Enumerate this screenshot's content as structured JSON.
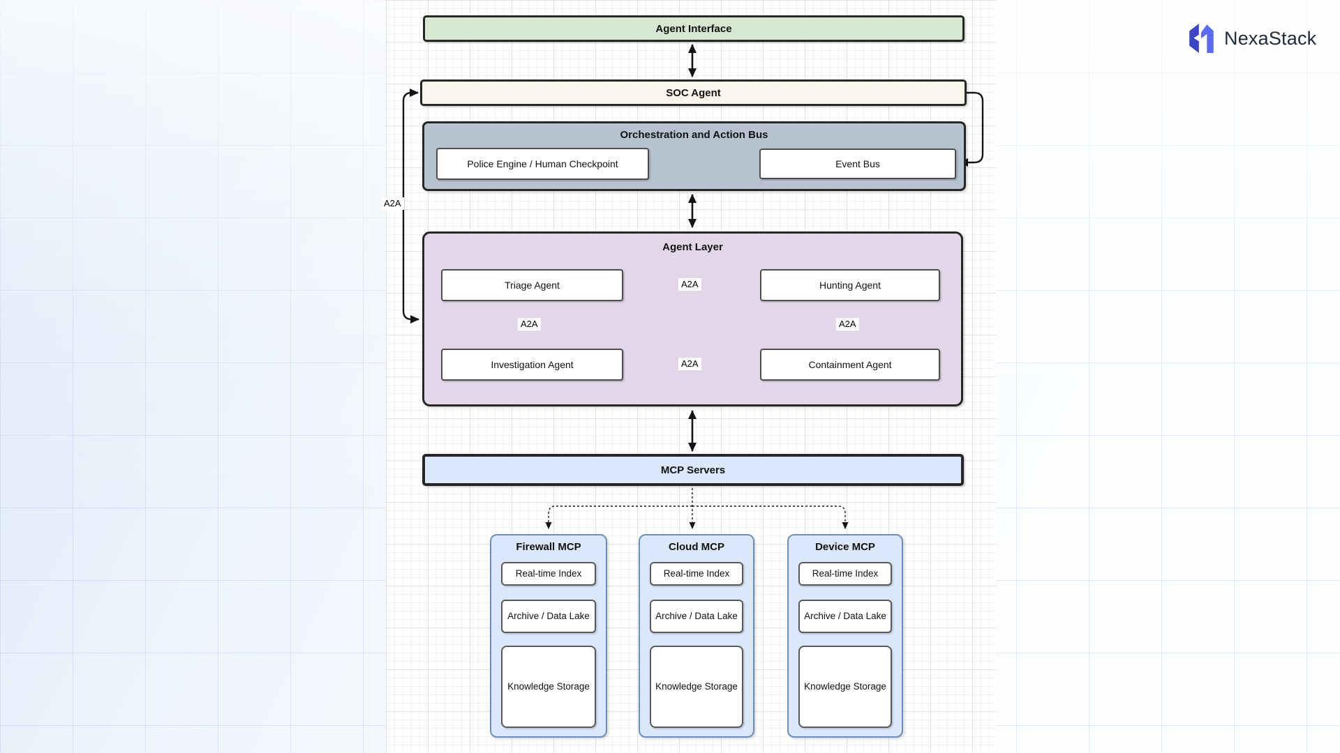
{
  "brand": {
    "name": "NexaStack"
  },
  "diagram": {
    "agent_interface": {
      "label": "Agent Interface"
    },
    "soc_agent": {
      "label": "SOC Agent"
    },
    "orchestration": {
      "title": "Orchestration and Action Bus",
      "police_engine": {
        "label": "Police Engine / Human Checkpoint"
      },
      "event_bus": {
        "label": "Event Bus"
      }
    },
    "agent_layer": {
      "title": "Agent Layer",
      "triage": {
        "label": "Triage Agent"
      },
      "hunting": {
        "label": "Hunting Agent"
      },
      "investigation": {
        "label": "Investigation Agent"
      },
      "containment": {
        "label": "Containment Agent"
      }
    },
    "mcp_servers": {
      "label": "MCP Servers"
    },
    "mcp_panels": [
      {
        "title": "Firewall MCP",
        "boxes": [
          "Real-time Index",
          "Archive / Data Lake",
          "Knowledge Storage"
        ]
      },
      {
        "title": "Cloud MCP",
        "boxes": [
          "Real-time Index",
          "Archive / Data Lake",
          "Knowledge Storage"
        ]
      },
      {
        "title": "Device MCP",
        "boxes": [
          "Real-time Index",
          "Archive / Data Lake",
          "Knowledge Storage"
        ]
      }
    ],
    "labels": {
      "a2a": "A2A"
    },
    "colors": {
      "agent_interface_fill": "#d6e7d2",
      "soc_agent_fill": "#faf6ec",
      "orchestration_fill": "#b6c3cf",
      "agent_layer_fill": "#e2d7e8",
      "mcp_fill": "#dbe8fb",
      "mcp_panel_border": "#6c8ebf",
      "box_border": "#262626",
      "brand_dark_blue": "#3a46c2",
      "brand_light_blue": "#5b6bef",
      "brand_text": "#202b3c"
    }
  }
}
